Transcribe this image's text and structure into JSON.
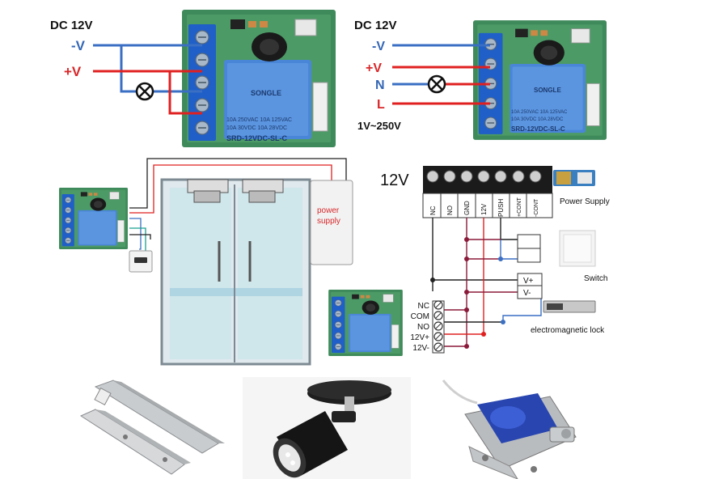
{
  "wiring_top_left": {
    "supply": "DC 12V",
    "neg": "-V",
    "pos": "+V"
  },
  "wiring_top_right": {
    "supply": "DC 12V",
    "neg": "-V",
    "pos": "+V",
    "neutral": "N",
    "line": "L",
    "range": "1V~250V"
  },
  "relay_module": {
    "brand": "SONGLE",
    "spec_line1": "10A 250VAC  10A 125VAC",
    "spec_line2": "10A  30VDC  10A  28VDC",
    "model": "SRD-12VDC-SL-C"
  },
  "door_diagram": {
    "power_supply_line1": "power",
    "power_supply_line2": "supply"
  },
  "controller": {
    "voltage": "12V",
    "terminals": [
      "NC",
      "NO",
      "GND",
      "12V",
      "PUSH",
      "+CONT",
      "-CONT"
    ],
    "power_supply_label": "Power Supply",
    "switch_label": "Switch",
    "vplus": "V+",
    "vminus": "V-",
    "lock_label": "electromagnetic lock",
    "relay_terminals": [
      "NC",
      "COM",
      "NO",
      "12V+",
      "12V-"
    ]
  },
  "colors": {
    "wire_red": "#e02020",
    "wire_blue": "#3a6fc4",
    "terminal_blue": "#1f5fc7",
    "pcb_green": "#3f8a5a",
    "relay_blue": "#4a86d8",
    "label_red": "#d8282a",
    "label_blue": "#3567b5"
  },
  "icons": [
    "lamp-symbol-icon",
    "push-button-icon",
    "electromagnetic-lock-icon",
    "spotlight-icon",
    "solenoid-lock-icon"
  ]
}
